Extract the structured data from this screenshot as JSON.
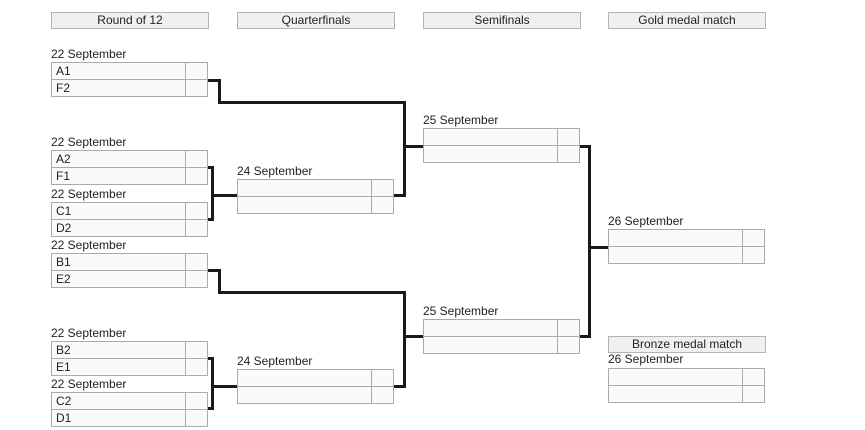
{
  "colors": {
    "background": "#ffffff",
    "box_border": "#aaaaaa",
    "box_fill": "#fafafa",
    "header_fill": "#f0f0f0",
    "header_border": "#b4b4b4",
    "connector_line": "#1a1a1a",
    "text": "#202122"
  },
  "column_headers": [
    {
      "label": "Round of 12"
    },
    {
      "label": "Quarterfinals"
    },
    {
      "label": "Semifinals"
    },
    {
      "label": "Gold medal match"
    }
  ],
  "bronze_header": {
    "label": "Bronze medal match"
  },
  "matches": {
    "m1": {
      "date": "22 September",
      "team1": "A1",
      "team2": "F2",
      "score1": "",
      "score2": ""
    },
    "m2": {
      "date": "22 September",
      "team1": "A2",
      "team2": "F1",
      "score1": "",
      "score2": ""
    },
    "m3": {
      "date": "22 September",
      "team1": "C1",
      "team2": "D2",
      "score1": "",
      "score2": ""
    },
    "m4": {
      "date": "22 September",
      "team1": "B1",
      "team2": "E2",
      "score1": "",
      "score2": ""
    },
    "m5": {
      "date": "22 September",
      "team1": "B2",
      "team2": "E1",
      "score1": "",
      "score2": ""
    },
    "m6": {
      "date": "22 September",
      "team1": "C2",
      "team2": "D1",
      "score1": "",
      "score2": ""
    },
    "qf1": {
      "date": "24 September",
      "team1": "",
      "team2": "",
      "score1": "",
      "score2": ""
    },
    "qf2": {
      "date": "24 September",
      "team1": "",
      "team2": "",
      "score1": "",
      "score2": ""
    },
    "sf1": {
      "date": "25 September",
      "team1": "",
      "team2": "",
      "score1": "",
      "score2": ""
    },
    "sf2": {
      "date": "25 September",
      "team1": "",
      "team2": "",
      "score1": "",
      "score2": ""
    },
    "gold": {
      "date": "26 September",
      "team1": "",
      "team2": "",
      "score1": "",
      "score2": ""
    },
    "bronze": {
      "date": "26 September",
      "team1": "",
      "team2": "",
      "score1": "",
      "score2": ""
    }
  }
}
